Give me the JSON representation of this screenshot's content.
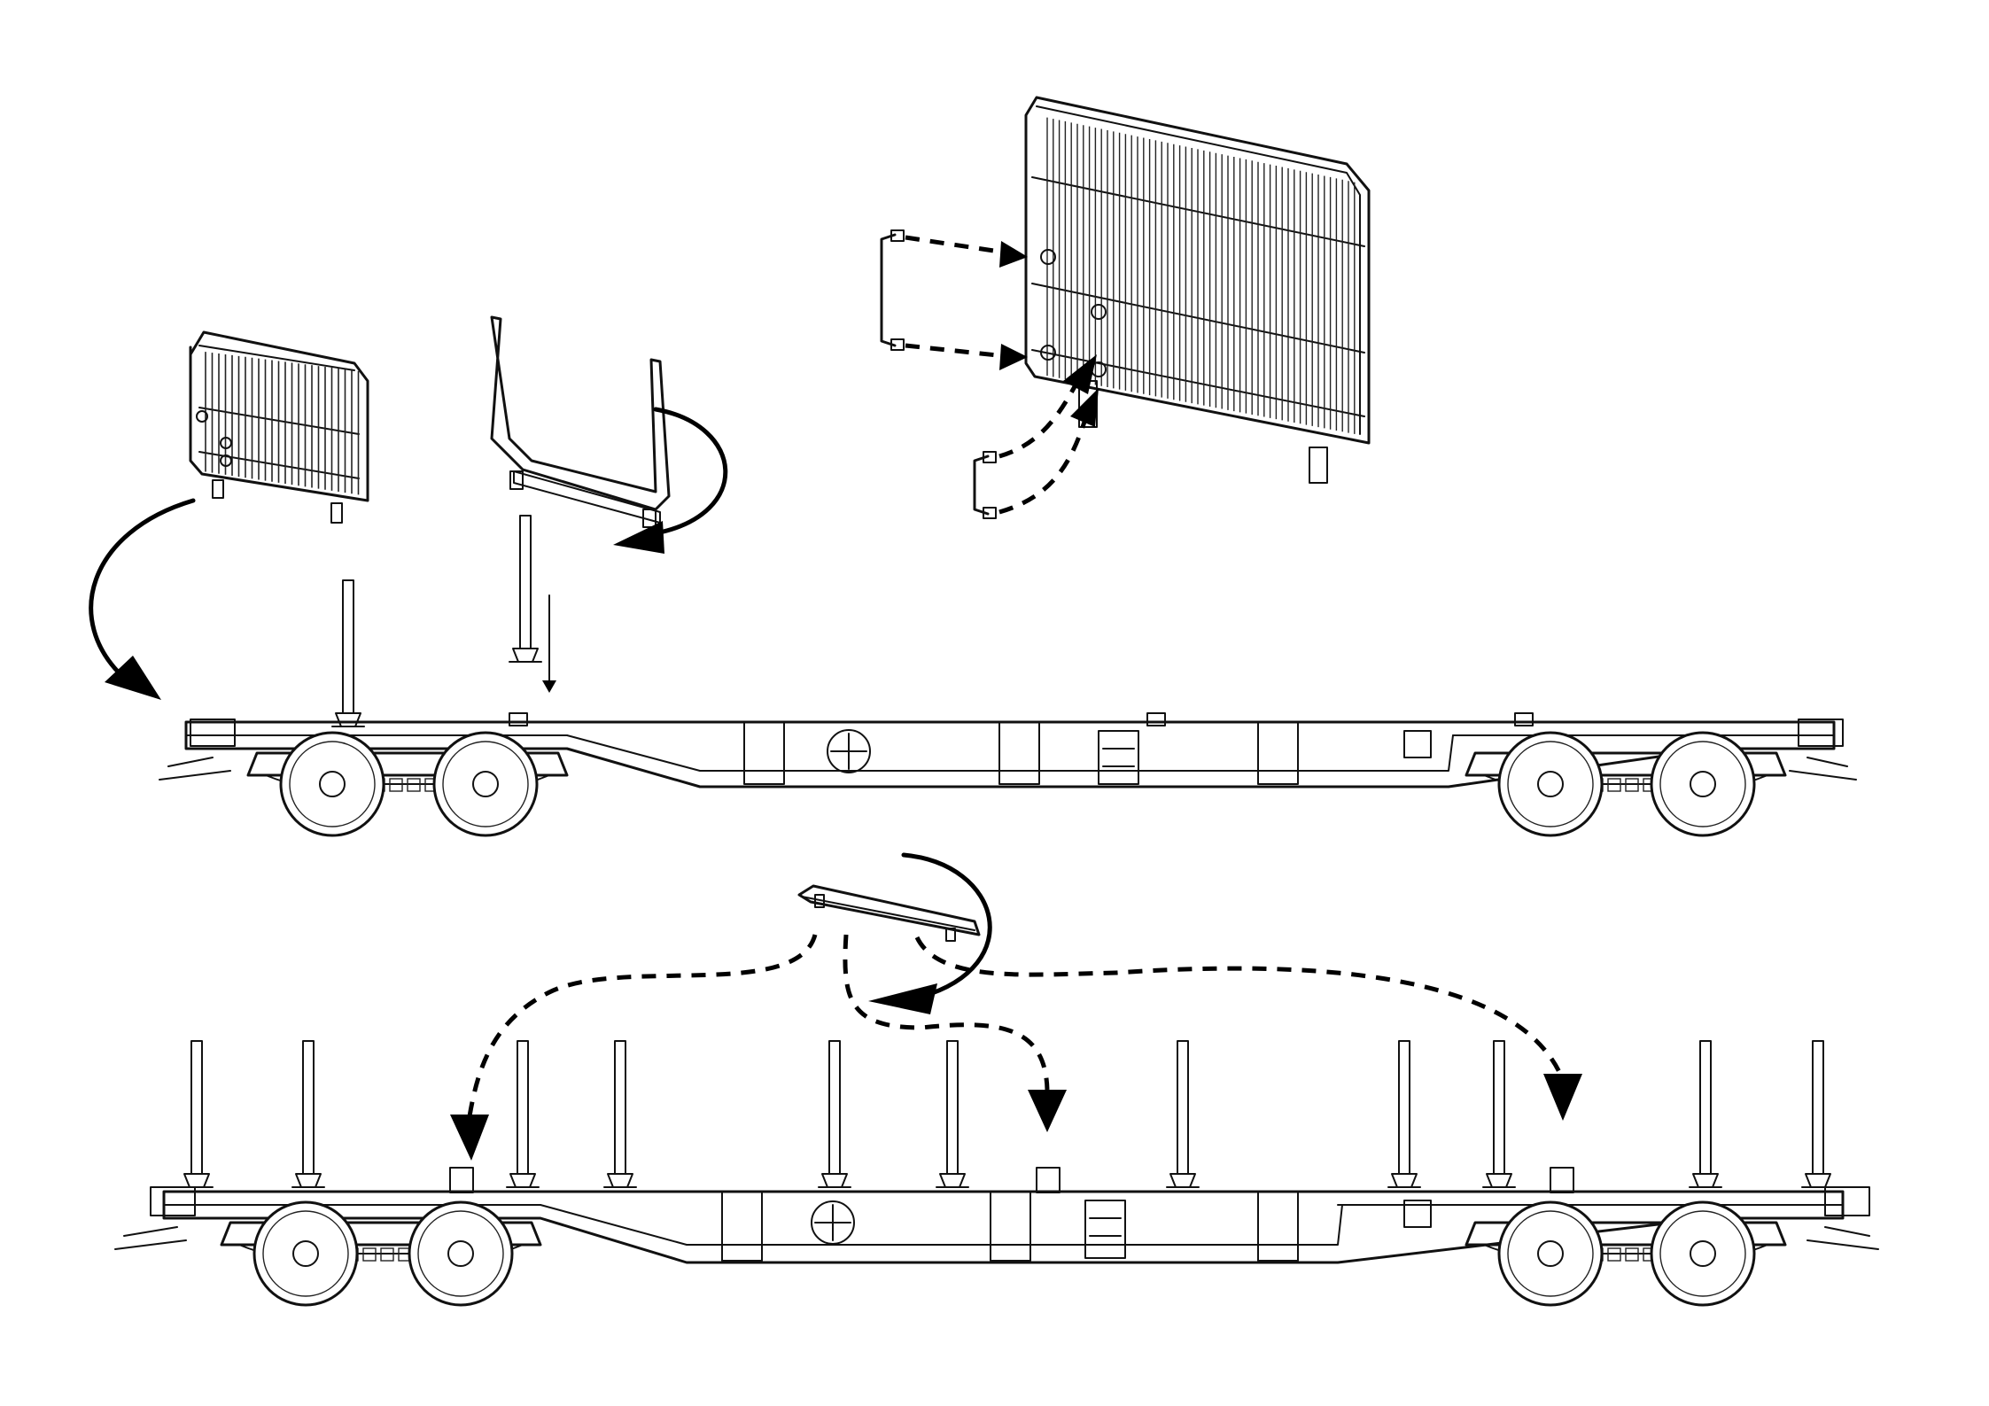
{
  "diagram": {
    "kind": "assembly-instruction",
    "colors": {
      "line": "#111111",
      "background": "#ffffff"
    },
    "parts": [
      {
        "id": "end-gate",
        "shown": true
      },
      {
        "id": "end-gate-detail",
        "shown": true
      },
      {
        "id": "u-stanchion",
        "shown": true
      },
      {
        "id": "stanchion-pin",
        "shown": true
      },
      {
        "id": "grab-handle",
        "count": 2,
        "shown": true
      },
      {
        "id": "walkway-plate",
        "shown": true
      }
    ],
    "wagons": [
      {
        "id": "wagon-top",
        "stanchions_fitted": false
      },
      {
        "id": "wagon-bottom",
        "stanchions_fitted": true
      }
    ]
  }
}
